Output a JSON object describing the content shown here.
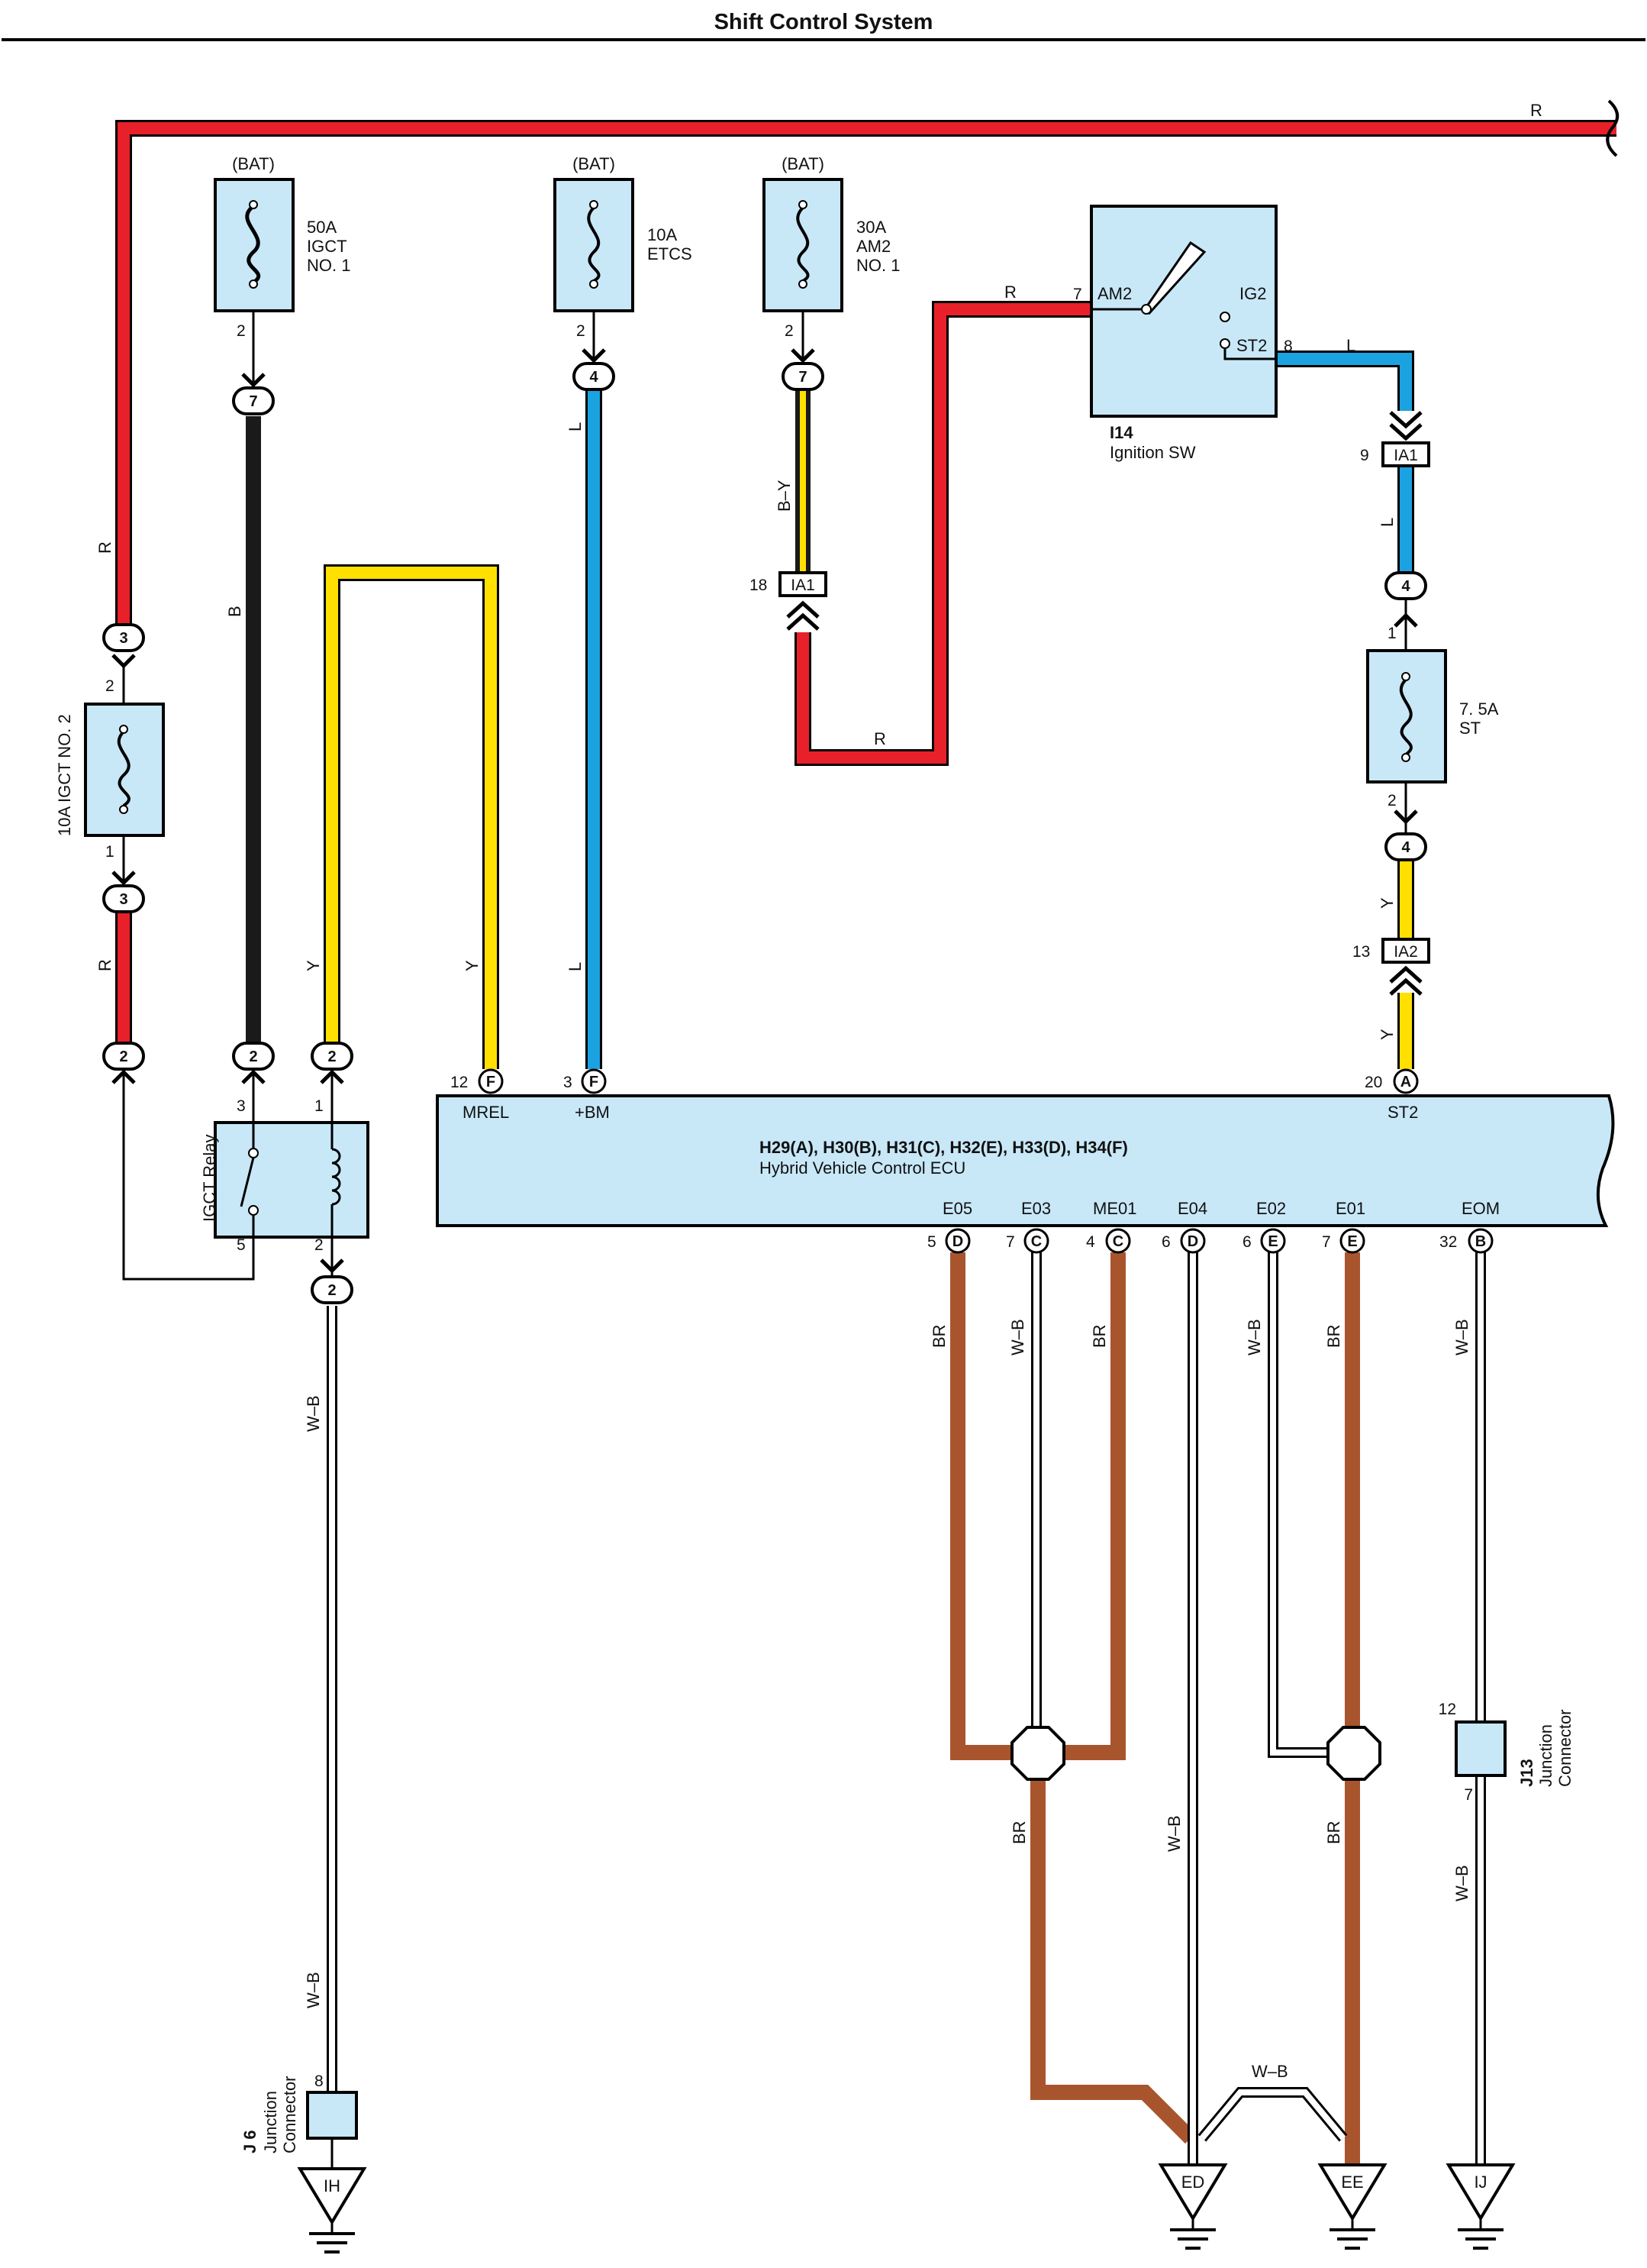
{
  "title": "Shift Control System",
  "colors": {
    "R": "#e8202a",
    "L": "#1aa3e0",
    "Y": "#ffe000",
    "B": "#1a1a1a",
    "BR": "#a8552e",
    "box_fill": "#c8e8f8"
  },
  "fuses": {
    "igct1": {
      "source": "(BAT)",
      "name1": "50A",
      "name2": "IGCT",
      "name3": "NO. 1",
      "pin_out": "2"
    },
    "etcs": {
      "source": "(BAT)",
      "name1": "10A",
      "name2": "ETCS",
      "pin_out": "2"
    },
    "am2": {
      "source": "(BAT)",
      "name1": "30A",
      "name2": "AM2",
      "name3": "NO. 1",
      "pin_out": "2"
    },
    "igct2": {
      "name": "10A IGCT NO. 2",
      "pin_top": "2",
      "pin_bottom": "1"
    },
    "st": {
      "name1": "7. 5A",
      "name2": "ST",
      "pin_top": "1",
      "pin_bottom": "2"
    }
  },
  "ignition": {
    "code": "I14",
    "name": "Ignition SW",
    "am2_label": "AM2",
    "am2_pin": "7",
    "ig2_label": "IG2",
    "st2_label": "ST2",
    "st2_pin": "8"
  },
  "relay": {
    "name": "IGCT Relay",
    "pin3": "3",
    "pin1": "1",
    "pin5": "5",
    "pin2": "2"
  },
  "connectors": {
    "c3a": "3",
    "c3b": "3",
    "c7a": "7",
    "c4a": "4",
    "c7b": "7",
    "c4b": "4",
    "c4c": "4",
    "c2a": "2",
    "c2b": "2",
    "c2c": "2",
    "c2d": "2",
    "ia1_top": {
      "label": "IA1",
      "pin": "9"
    },
    "ia1_mid": {
      "label": "IA1",
      "pin": "18"
    },
    "ia2": {
      "label": "IA2",
      "pin": "13"
    }
  },
  "ecu": {
    "name_line1": "H29(A), H30(B), H31(C), H32(E), H33(D), H34(F)",
    "name_line2": "Hybrid Vehicle Control ECU",
    "top_pins": [
      {
        "num": "12",
        "conn": "F",
        "label": "MREL"
      },
      {
        "num": "3",
        "conn": "F",
        "label": "+BM"
      },
      {
        "num": "20",
        "conn": "A",
        "label": "ST2"
      }
    ],
    "bottom_pins": [
      {
        "num": "5",
        "conn": "D",
        "label": "E05"
      },
      {
        "num": "7",
        "conn": "C",
        "label": "E03"
      },
      {
        "num": "4",
        "conn": "C",
        "label": "ME01"
      },
      {
        "num": "6",
        "conn": "D",
        "label": "E04"
      },
      {
        "num": "6",
        "conn": "E",
        "label": "E02"
      },
      {
        "num": "7",
        "conn": "E",
        "label": "E01"
      },
      {
        "num": "32",
        "conn": "B",
        "label": "EOM"
      }
    ]
  },
  "wire_labels": {
    "R": "R",
    "L": "L",
    "Y": "Y",
    "B": "B",
    "BY": "B–Y",
    "BR": "BR",
    "WB": "W–B"
  },
  "junctions": {
    "j6": {
      "code": "J 6",
      "name1": "Junction",
      "name2": "Connector",
      "pin": "8"
    },
    "j13": {
      "code": "J13",
      "name1": "Junction",
      "name2": "Connector",
      "pin_top": "12",
      "pin_bottom": "7"
    }
  },
  "grounds": {
    "ih": "IH",
    "ed": "ED",
    "ee": "EE",
    "ij": "IJ"
  }
}
